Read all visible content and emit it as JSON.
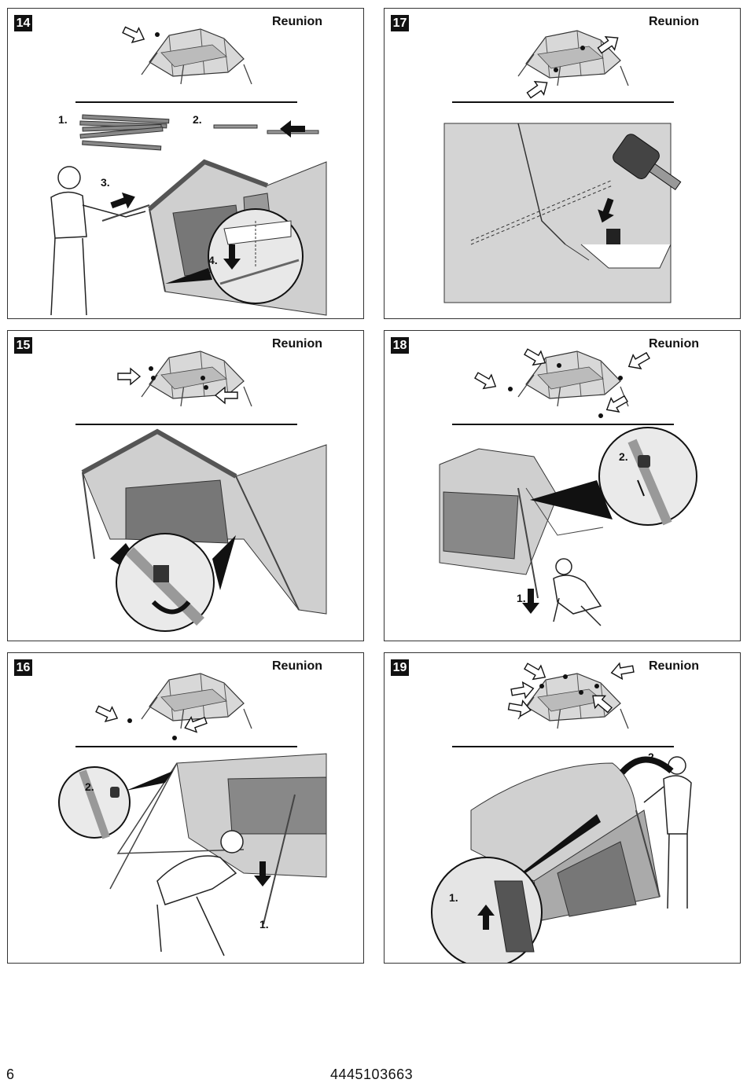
{
  "model_name": "Reunion",
  "panels": [
    {
      "step": "14",
      "labels": [
        "1.",
        "2.",
        "3.",
        "4."
      ]
    },
    {
      "step": "17",
      "labels": []
    },
    {
      "step": "15",
      "labels": []
    },
    {
      "step": "18",
      "labels": [
        "1.",
        "2."
      ]
    },
    {
      "step": "16",
      "labels": [
        "1.",
        "2."
      ]
    },
    {
      "step": "19",
      "labels": [
        "1.",
        "2."
      ]
    }
  ],
  "footer": {
    "page_number": "6",
    "doc_code": "4445103663"
  }
}
